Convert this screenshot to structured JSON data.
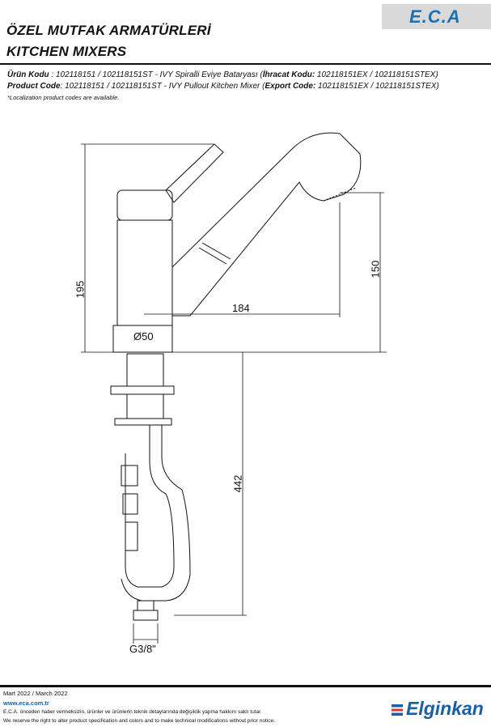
{
  "header": {
    "logo_text": "E.C.A",
    "title_tr": "ÖZEL MUTFAK ARMATÜRLERİ",
    "title_en": "KITCHEN MIXERS"
  },
  "product": {
    "tr_label": "Ürün Kodu",
    "tr_value": "  : 102118151 / 102118151ST - IVY Spiralli Eviye Bataryası (",
    "tr_export_label": "İhracat Kodu:",
    "tr_export_value": " 102118151EX / 102118151STEX)",
    "en_label": "Product Code",
    "en_value": ": 102118151 / 102118151ST - IVY Pullout Kitchen Mixer (",
    "en_export_label": "Export Code:",
    "en_export_value": " 102118151EX / 102118151STEX)",
    "note": "*Localization product codes are available."
  },
  "drawing": {
    "dim_height": "195",
    "dim_spray": "150",
    "dim_reach": "184",
    "dim_diameter": "Ø50",
    "dim_hose": "442",
    "dim_thread": "G3/8\""
  },
  "footer": {
    "date": "Mart 2022 / March 2022",
    "website": "www.eca.com.tr",
    "disclaimer_tr": "E.C.A. önceden haber vermeksizin, ürünler ve ürünlerin teknik detaylarında değişiklik yapma hakkını saklı tutar.",
    "disclaimer_en": "We reserve the right to alter product specification and colors and to make technical modifications without prior notice.",
    "brand": "Elginkan"
  }
}
